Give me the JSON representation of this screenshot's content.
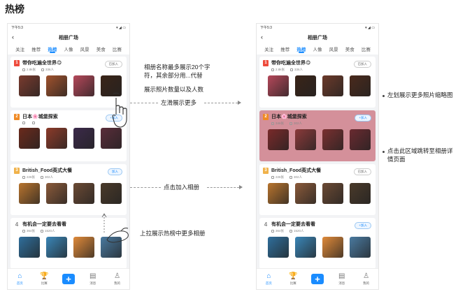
{
  "page_heading": "热榜",
  "colors": {
    "accent": "#1a8cff",
    "rank1": "#ee4b3c",
    "rank2": "#f08a24",
    "rank3": "#f0b24a",
    "highlight": "#d4909a"
  },
  "phone": {
    "status_time": "下午5:3",
    "status_right": "▾ ◢ ▭",
    "nav_title": "相册广场",
    "back_icon": "chevron-left-icon",
    "tabs": [
      {
        "label": "关注",
        "active": false
      },
      {
        "label": "推荐",
        "active": false
      },
      {
        "label": "热榜",
        "active": true
      },
      {
        "label": "人像",
        "active": false
      },
      {
        "label": "风景",
        "active": false
      },
      {
        "label": "美食",
        "active": false
      },
      {
        "label": "比赛",
        "active": false
      }
    ],
    "tabbar": [
      {
        "label": "首页",
        "icon": "home-icon",
        "active": true
      },
      {
        "label": "比赛",
        "icon": "trophy-icon",
        "active": false
      },
      {
        "label": "+",
        "icon": "plus-icon",
        "active": false
      },
      {
        "label": "消息",
        "icon": "message-icon",
        "active": false
      },
      {
        "label": "我的",
        "icon": "user-icon",
        "active": false
      }
    ]
  },
  "left_cards": [
    {
      "rank": "1",
      "title": "带你吃遍全世界😋",
      "photos": "2.8k张",
      "members": "336人",
      "button": "已加入",
      "button_type": "joined",
      "thumbs": [
        "#7a3b2e",
        "#a0522d",
        "#b5485a",
        "#3a2418"
      ]
    },
    {
      "rank": "2",
      "title": "日本🌸城堡探索",
      "photos": "",
      "members": "",
      "button": "+加入",
      "button_type": "add",
      "thumbs": [
        "#6b2a1c",
        "#8c3b2a",
        "#3c2a4a",
        "#5a2d3a"
      ]
    },
    {
      "rank": "3",
      "title": "British_Food英式大餐",
      "photos": "226张",
      "members": "302人",
      "button": "加入",
      "button_type": "add",
      "thumbs": [
        "#b8742e",
        "#8a5a3a",
        "#6b4a34",
        "#4a3a2a"
      ]
    },
    {
      "rank": "4",
      "title": "有机会一定要去看看",
      "photos": "364张",
      "members": "1520人",
      "button": "",
      "button_type": "none",
      "thumbs": [
        "#2f6f9c",
        "#3a86b8",
        "#e08a3a",
        "#4a7aa0"
      ]
    }
  ],
  "right_cards": [
    {
      "rank": "1",
      "title": "带你吃遍全世界😋",
      "photos": "2.8k张",
      "members": "336人",
      "button": "已加入",
      "button_type": "joined",
      "thumbs": [
        "#b5485a",
        "#3a2418",
        "#6b3a2a",
        "#4a2a1c"
      ]
    },
    {
      "rank": "2",
      "title": "日本🌸城堡探索",
      "photos": "346张",
      "members": "302人",
      "button": "+加入",
      "button_type": "add",
      "thumbs": [
        "#7a2a2a",
        "#8a3a3a",
        "#7a3030",
        "#6a2a30"
      ]
    },
    {
      "rank": "3",
      "title": "British_Food英式大餐",
      "photos": "226张",
      "members": "302人",
      "button": "已加入",
      "button_type": "joined",
      "thumbs": [
        "#b8742e",
        "#8a5a3a",
        "#6b4a34",
        "#4a3a2a"
      ]
    },
    {
      "rank": "4",
      "title": "有机会一定要去看看",
      "photos": "364张",
      "members": "1520人",
      "button": "+加入",
      "button_type": "add",
      "thumbs": [
        "#2f6f9c",
        "#3a86b8",
        "#e08a3a",
        "#4a7aa0"
      ]
    }
  ],
  "annotations": {
    "name_rule_1": "相册名称最多展示20个字",
    "name_rule_2": "符，其余部分用...代替",
    "photo_count": "展示照片数量以及人数",
    "swipe_left": "左滑展示更多",
    "click_join": "点击加入相册",
    "pull_up": "上拉展示热榜中更多相册",
    "left_more": "左划展示更多照片缩略图",
    "click_area_1": "点击此区域跳转至相册详",
    "click_area_2": "情页面"
  }
}
